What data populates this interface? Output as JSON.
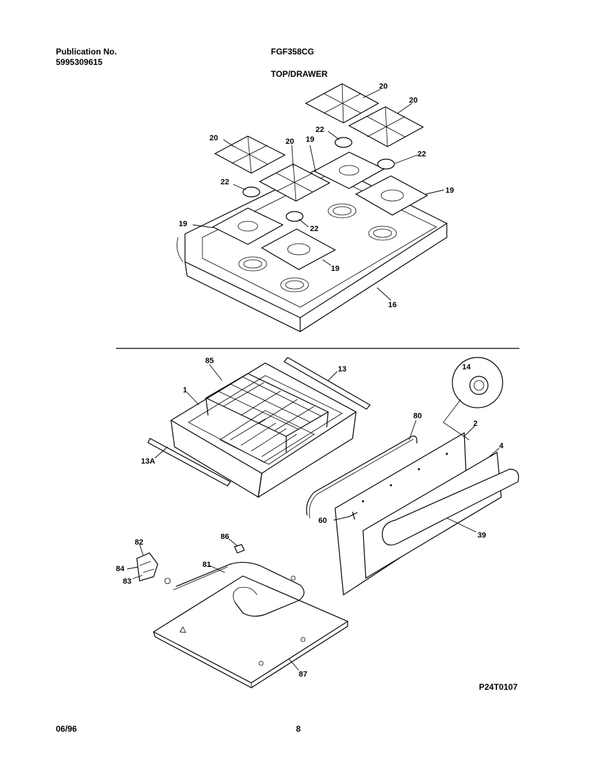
{
  "header": {
    "publication_label": "Publication No.",
    "publication_number": "5995309615",
    "model": "FGF358CG",
    "section_title": "TOP/DRAWER"
  },
  "footer": {
    "date": "06/96",
    "page": "8",
    "diagram_code": "P24T0107"
  },
  "callouts": {
    "grate_tr": "20",
    "grate_tr2": "20",
    "grate_l": "20",
    "grate_c": "20",
    "grate_tr_b": "19",
    "cap_a": "22",
    "cap_b": "22",
    "cap_c": "22",
    "cap_d": "22",
    "pan_r": "19",
    "pan_l": "19",
    "pan_lb": "19",
    "top": "16",
    "rack": "85",
    "drawer": "1",
    "rail_r": "13",
    "rail_l": "13A",
    "knob": "14",
    "gasket": "80",
    "front": "2",
    "trim": "4",
    "handle": "39",
    "screw": "60",
    "bracket": "82",
    "clip_a": "84",
    "clip_b": "83",
    "clip_c": "86",
    "element": "81",
    "bottom": "87"
  }
}
